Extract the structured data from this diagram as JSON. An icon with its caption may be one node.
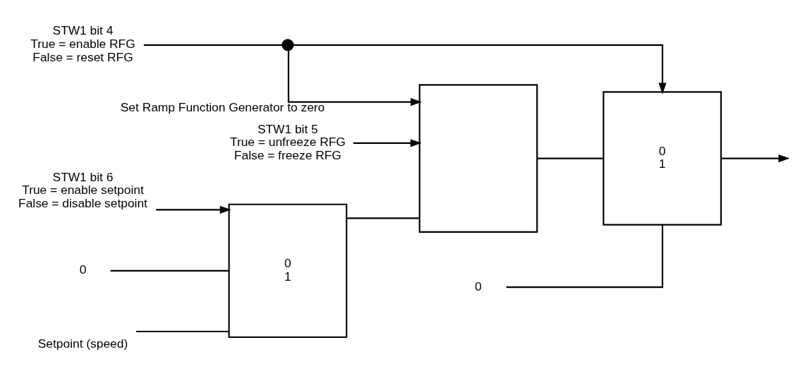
{
  "diagram": {
    "nodes": [
      {
        "text": [
          "STW1 bit 4",
          "True = enable RFG",
          "False = reset RFG"
        ]
      },
      {
        "text": [
          "STW1 bit 5",
          "True = unfreeze RFG",
          "False = freeze RFG"
        ]
      },
      {
        "text": [
          "STW1 bit 6",
          "True = enable setpoint",
          "False = disable setpoint"
        ]
      },
      {
        "text": [
          "0"
        ]
      },
      {
        "text": [
          "Setpoint (speed)"
        ]
      },
      {
        "text": [
          "0",
          "1"
        ]
      },
      {
        "text": [],
        "shape": "box"
      },
      {
        "text": [],
        "shape": "circle"
      },
      {
        "text": [
          "0"
        ]
      },
      {
        "text": [
          "0",
          "1"
        ]
      }
    ],
    "edges": [
      {
        "from": 0,
        "to": 7,
        "arrow": "none"
      },
      {
        "from": 7,
        "to": 9,
        "arrow": "to"
      },
      {
        "from": 7,
        "to": 6,
        "arrow": "to",
        "label": "Set Ramp Function Generator to zero"
      },
      {
        "from": 1,
        "to": 6,
        "arrow": "to"
      },
      {
        "from": 2,
        "to": 5,
        "arrow": "to"
      },
      {
        "from": 3,
        "to": 5,
        "arrow": "none"
      },
      {
        "from": 4,
        "to": 5,
        "arrow": "none"
      },
      {
        "from": 5,
        "to": 6,
        "arrow": "none"
      },
      {
        "from": 6,
        "to": 9,
        "arrow": "none"
      },
      {
        "from": 8,
        "to": 9,
        "arrow": "none"
      },
      {
        "from": 9,
        "to": null,
        "arrow": "to"
      }
    ]
  }
}
